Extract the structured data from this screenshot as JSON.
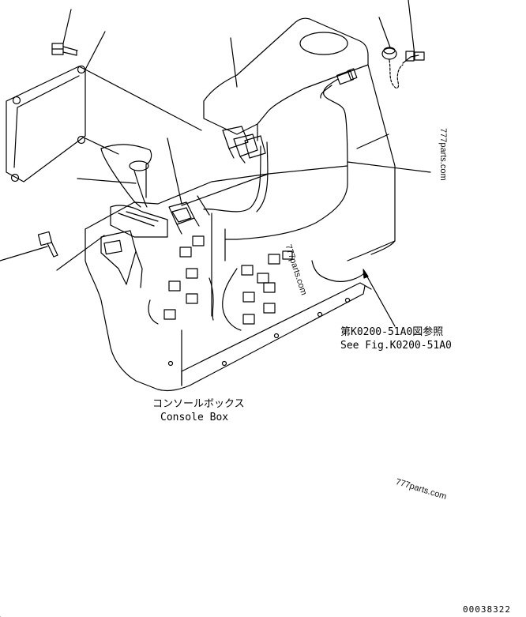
{
  "diagram": {
    "reference_label_jp": "第K0200-51A0図参照",
    "reference_label_en": "See Fig.K0200-51A0",
    "component_label_jp": "コンソールボックス",
    "component_label_en": "Console Box",
    "watermark": "777parts.com",
    "drawing_number": "00038322"
  }
}
